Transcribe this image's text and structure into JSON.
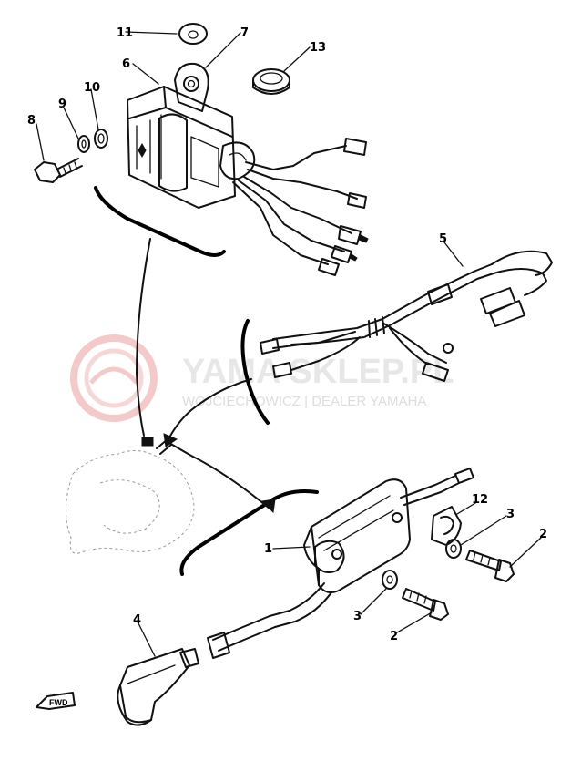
{
  "watermark": {
    "title": "YAMA SKLEP.PL",
    "subtitle": "WOJCIECHOWICZ | DEALER YAMAHA",
    "logo_icon": "yamaha-tuning-fork-logo-icon",
    "color": "#f2b8b8"
  },
  "callouts": {
    "c1": "1",
    "c2a": "2",
    "c2b": "2",
    "c3a": "3",
    "c3b": "3",
    "c4": "4",
    "c5": "5",
    "c6": "6",
    "c7": "7",
    "c8": "8",
    "c9": "9",
    "c10": "10",
    "c11": "11",
    "c12": "12",
    "c13": "13"
  },
  "direction_badge": "FWD"
}
